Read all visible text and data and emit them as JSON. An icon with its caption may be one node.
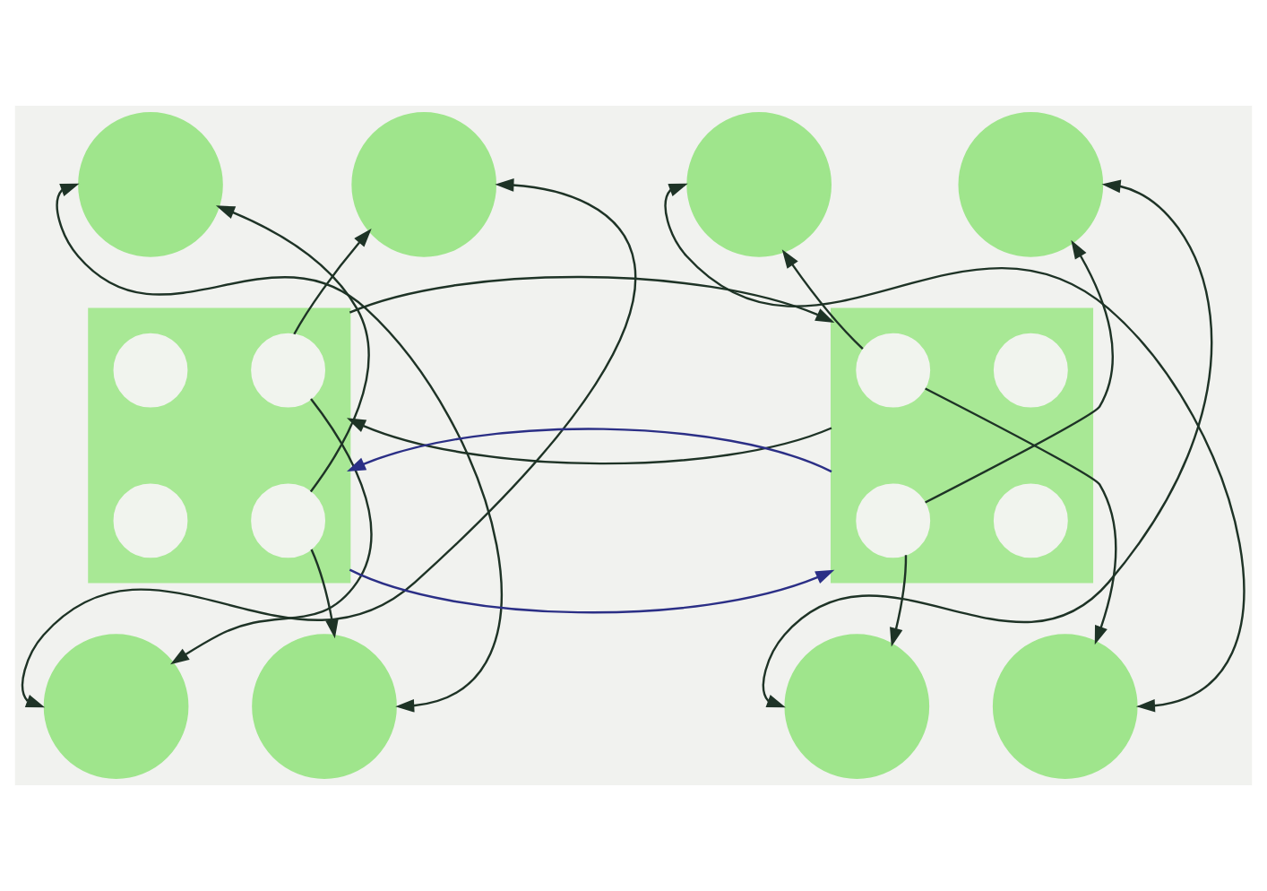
{
  "diagram": {
    "nodes": [
      {
        "text": [],
        "shape": "circle"
      },
      {
        "text": [],
        "shape": "circle"
      },
      {
        "text": [],
        "shape": "circle"
      },
      {
        "text": [],
        "shape": "circle"
      },
      {
        "text": [],
        "shape": "box"
      },
      {
        "text": [],
        "shape": "circle",
        "in": 4
      },
      {
        "text": [],
        "shape": "circle",
        "in": 4
      },
      {
        "text": [],
        "shape": "circle",
        "in": 4
      },
      {
        "text": [],
        "shape": "circle",
        "in": 4
      },
      {
        "text": [],
        "shape": "box"
      },
      {
        "text": [],
        "shape": "circle",
        "in": 9
      },
      {
        "text": [],
        "shape": "circle",
        "in": 9
      },
      {
        "text": [],
        "shape": "circle",
        "in": 9
      },
      {
        "text": [],
        "shape": "circle",
        "in": 9
      },
      {
        "text": [],
        "shape": "circle"
      },
      {
        "text": [],
        "shape": "circle"
      },
      {
        "text": [],
        "shape": "circle"
      },
      {
        "text": [],
        "shape": "circle"
      }
    ],
    "edges": [
      {
        "from": 6,
        "to": 1,
        "arrow": "to"
      },
      {
        "from": 6,
        "to": 14,
        "arrow": "to"
      },
      {
        "from": 8,
        "to": 0,
        "arrow": "to"
      },
      {
        "from": 8,
        "to": 15,
        "arrow": "to"
      },
      {
        "from": 0,
        "to": 15,
        "arrow": "both"
      },
      {
        "from": 1,
        "to": 14,
        "arrow": "both"
      },
      {
        "from": 4,
        "to": 9,
        "arrow": "to"
      },
      {
        "from": 4,
        "to": 9,
        "arrow": "to",
        "color": "#2b2f86"
      },
      {
        "from": 9,
        "to": 4,
        "arrow": "to"
      },
      {
        "from": 9,
        "to": 4,
        "arrow": "to",
        "color": "#2b2f86"
      },
      {
        "from": 10,
        "to": 2,
        "arrow": "to"
      },
      {
        "from": 10,
        "to": 17,
        "arrow": "to"
      },
      {
        "from": 12,
        "to": 3,
        "arrow": "to"
      },
      {
        "from": 12,
        "to": 16,
        "arrow": "to"
      },
      {
        "from": 2,
        "to": 17,
        "arrow": "both"
      },
      {
        "from": 3,
        "to": 16,
        "arrow": "both"
      }
    ]
  }
}
